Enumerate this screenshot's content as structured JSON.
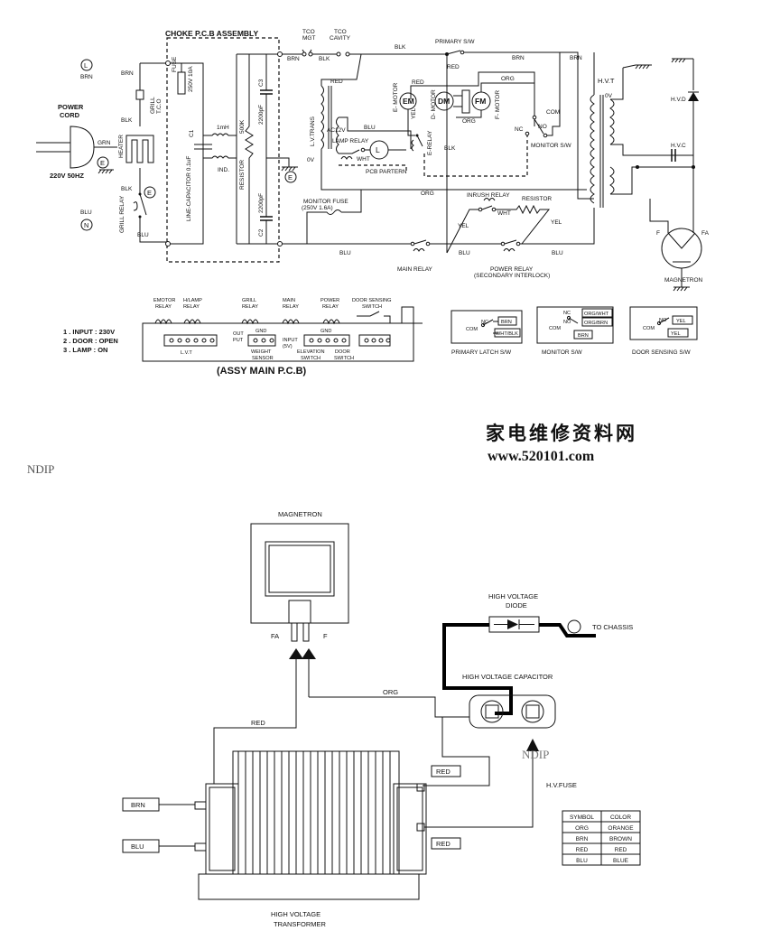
{
  "schematic": {
    "choke_title": "CHOKE P.C.B ASSEMBLY",
    "power_cord": [
      "POWER",
      "CORD"
    ],
    "supply": "220V 50HZ",
    "l": "L",
    "n": "N",
    "e": "E",
    "brn": "BRN",
    "blu": "BLU",
    "blk": "BLK",
    "red": "RED",
    "grn": "GRN",
    "yel": "YEL",
    "org": "ORG",
    "wht": "WHT",
    "fuse": "FUSE",
    "fuse_rating": "250V 10A",
    "grill_tco": [
      "GRILL",
      "T.C.O"
    ],
    "heater": "HEATER",
    "grill_relay": "GRILL RELAY",
    "c1": "C1",
    "line_cap": "LINE-CAPACITOR  0.1uF",
    "inductor_value": "1mH",
    "ind": "IND.",
    "resistor_value": "500K",
    "resistor": "RESISTOR",
    "c3": "C3",
    "c2": "C2",
    "cap_value": "2200pF",
    "tco_mgt": [
      "TCO",
      "MGT"
    ],
    "tco_cavity": [
      "TCO",
      "CAVITY"
    ],
    "primary_sw": "PRIMARY S/W",
    "lvtrans": "L.V.TRANS",
    "zero_v": "0V",
    "ac12v": "AC12V",
    "lamp_relay": "LAMP RELAY",
    "lamp": "L",
    "pcb_pattern": "PCB PARTERN",
    "e_motor": "E- MOTOR",
    "em": "EM",
    "d_motor": "D- MOTOR",
    "dm": "DM",
    "f_motor": "F- MOTOR",
    "fm": "FM",
    "e_relay": "E-RELAY",
    "com": "COM",
    "nc": "NC",
    "no": "NO",
    "monitor_sw": "MONITOR S/W",
    "hvt": "H.V.T",
    "hvd": "H.V.D",
    "hvc": "H.V.C",
    "f": "F",
    "fa": "FA",
    "magnetron": "MAGNETRON",
    "monitor_fuse": [
      "MONITOR FUSE",
      "(250V 1.6A)"
    ],
    "inrush_relay": "INRUSH RELAY",
    "main_relay": "MAIN RELAY",
    "power_relay": [
      "POWER RELAY",
      "(SECONDARY INTERLOCK)"
    ],
    "notes": [
      "1 . INPUT : 230V",
      "2 . DOOR : OPEN",
      "3 . LAMP : ON"
    ],
    "pcb": {
      "relays": [
        [
          "EMOTOR",
          "RELAY"
        ],
        [
          "H/LAMP",
          "RELAY"
        ],
        [
          "GRILL",
          "RELAY"
        ],
        [
          "MAIN",
          "RELAY"
        ],
        [
          "POWER",
          "RELAY"
        ]
      ],
      "door_sensing": [
        "DOOR SENSING",
        "SWITCH"
      ],
      "lvt": "L.V.T",
      "out_put": [
        "OUT",
        "PUT"
      ],
      "gnd": "GND",
      "weight_sensor": [
        "WEIGHT",
        "SENSOR"
      ],
      "input5v": [
        "INPUT",
        "(5V)"
      ],
      "elevation_switch": [
        "ELEVATION",
        "SWITCH"
      ],
      "door_switch": [
        "DOOR",
        "SWITCH"
      ],
      "title": "(ASSY MAIN P.C.B)"
    },
    "latches": {
      "primary": {
        "label": "PRIMARY LATCH S/W",
        "wires": [
          "BRN",
          "WHT/BLK"
        ]
      },
      "monitor": {
        "label": "MONITOR S/W",
        "wires": [
          "ORG/WHT",
          "ORG/BRN",
          "BRN"
        ]
      },
      "door": {
        "label": "DOOR SENSING S/W",
        "wires": [
          "YEL",
          "YEL"
        ]
      }
    }
  },
  "watermark": {
    "chinese": "家电维修资料网",
    "url": "www.520101.com",
    "ndip": "NDIP"
  },
  "wiring": {
    "magnetron": "MAGNETRON",
    "fa": "FA",
    "f": "F",
    "hv_diode": [
      "HIGH VOLTAGE",
      "DIODE"
    ],
    "to_chassis": "TO CHASSIS",
    "hv_capacitor": "HIGH VOLTAGE CAPACITOR",
    "org": "ORG",
    "red": "RED",
    "hv_fuse": "H.V.FUSE",
    "brn": "BRN",
    "blu": "BLU",
    "transformer": [
      "HIGH VOLTAGE",
      "TRANSFORMER"
    ],
    "ndip": "NDIP"
  },
  "color_table": {
    "headers": [
      "SYMBOL",
      "COLOR"
    ],
    "rows": [
      [
        "ORG",
        "ORANGE"
      ],
      [
        "BRN",
        "BROWN"
      ],
      [
        "RED",
        "RED"
      ],
      [
        "BLU",
        "BLUE"
      ]
    ]
  }
}
